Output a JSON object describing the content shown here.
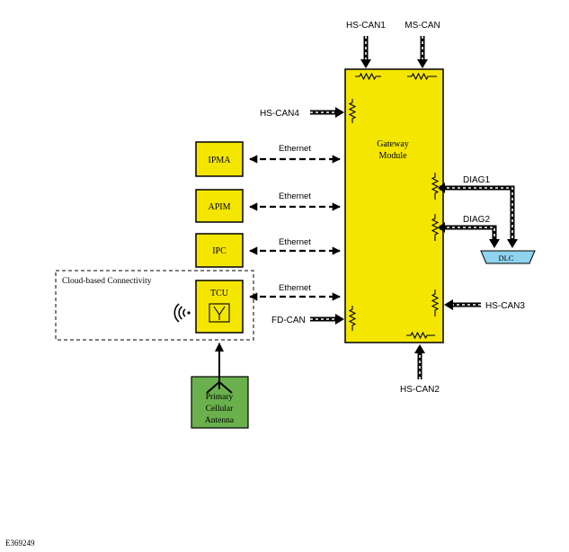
{
  "figure_id": "E369249",
  "colors": {
    "module_fill": "#f5e600",
    "antenna_fill": "#6ab04c",
    "dlc_fill": "#8fd3ee",
    "stroke": "#000000"
  },
  "gateway": {
    "line1": "Gateway",
    "line2": "Module"
  },
  "modules": {
    "ipma": "IPMA",
    "apim": "APIM",
    "ipc": "IPC",
    "tcu": "TCU"
  },
  "cloud_label": "Cloud-based Connectivity",
  "antenna": {
    "line1": "Primary",
    "line2": "Cellular",
    "line3": "Antenna"
  },
  "dlc": "DLC",
  "links": {
    "ethernet_ipma": "Ethernet",
    "ethernet_apim": "Ethernet",
    "ethernet_ipc": "Ethernet",
    "ethernet_tcu": "Ethernet"
  },
  "buses": {
    "hs_can1": "HS-CAN1",
    "ms_can": "MS-CAN",
    "hs_can4": "HS-CAN4",
    "fd_can": "FD-CAN",
    "hs_can3": "HS-CAN3",
    "hs_can2": "HS-CAN2",
    "diag1": "DIAG1",
    "diag2": "DIAG2"
  },
  "icons": {
    "wireless": "wifi-signal-icon",
    "antenna_symbol": "antenna-icon",
    "resistor": "resistor-icon"
  }
}
